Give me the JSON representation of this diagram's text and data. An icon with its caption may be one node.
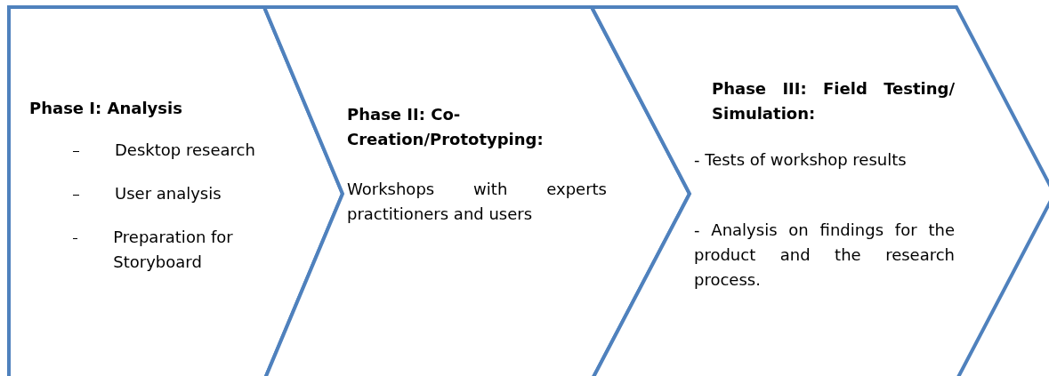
{
  "diagram": {
    "nodes": [
      {
        "text": [
          "Phase I: Analysis",
          "Desktop research",
          "User analysis",
          "Preparation for Storyboard"
        ]
      },
      {
        "text": [
          "Phase II: Co-Creation/Prototyping:",
          "Workshops with experts practitioners and users"
        ]
      },
      {
        "text": [
          "Phase III: Field Testing/ Simulation:",
          "- Tests of workshop results",
          "- Analysis on findings for the product and the research process."
        ]
      }
    ]
  }
}
